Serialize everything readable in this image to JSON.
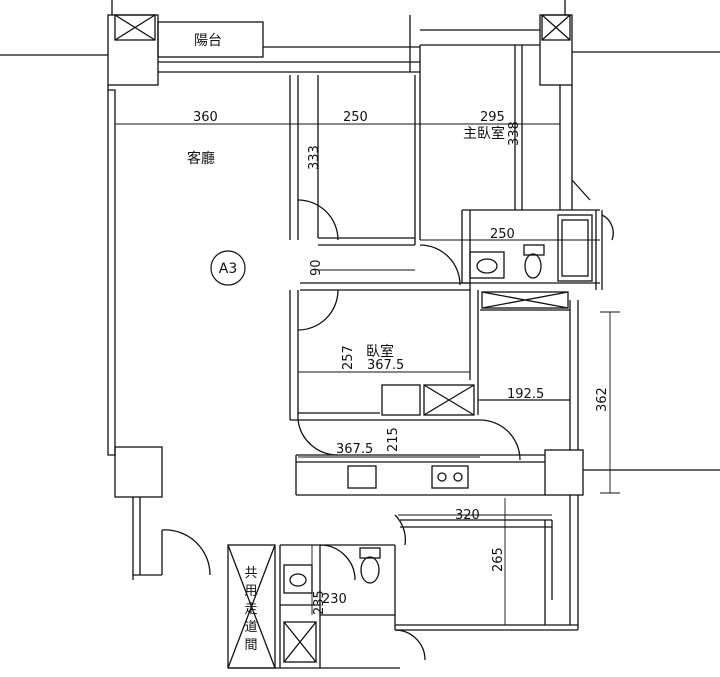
{
  "rooms": {
    "balcony": "陽台",
    "living": "客廳",
    "master_bedroom": "主臥室",
    "bedroom": "臥室",
    "unit_marker": "A3",
    "shared_corridor": [
      "共",
      "用",
      "走",
      "道",
      "間"
    ]
  },
  "dimensions": {
    "living_width": "360",
    "room1_width": "250",
    "master_width": "295",
    "master_depth": "338",
    "room1_depth": "333",
    "bath_width": "250",
    "hall_depth": "90",
    "bedroom_depth": "257",
    "bedroom_width": "367.5",
    "kitchen_width": "367.5",
    "kitchen_depth": "215",
    "closet_width": "192.5",
    "right_height": "362",
    "lower_room_width": "320",
    "lower_room_depth": "265",
    "lower_bath_depth": "235",
    "lower_bath_width": "230"
  }
}
